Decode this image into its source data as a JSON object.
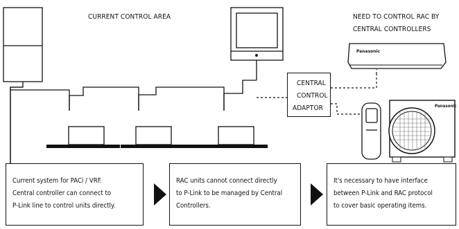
{
  "labels": {
    "current_area": "CURRENT CONTROL AREA",
    "need_line1": "NEED TO CONTROL RAC BY",
    "need_line2": "CENTRAL CONTROLLERS",
    "adaptor_line1": "CENTRAL",
    "adaptor_line2": "CONTROL",
    "adaptor_line3": "ADAPTOR"
  },
  "brands": {
    "indoor_unit": "Panasonic",
    "outdoor_unit": "Panasonic"
  },
  "notes": [
    {
      "lines": [
        "Current system for PACi / VRF.",
        "Central controller can connect to",
        "P-Link line to control units directly."
      ]
    },
    {
      "lines": [
        "RAC units cannot connect directly",
        "to P-Link to be managed by Central",
        "Controllers."
      ]
    },
    {
      "lines": [
        "It's necessary to have interface",
        "between P-Link and RAC protocol",
        "to cover basic operating items."
      ]
    }
  ]
}
